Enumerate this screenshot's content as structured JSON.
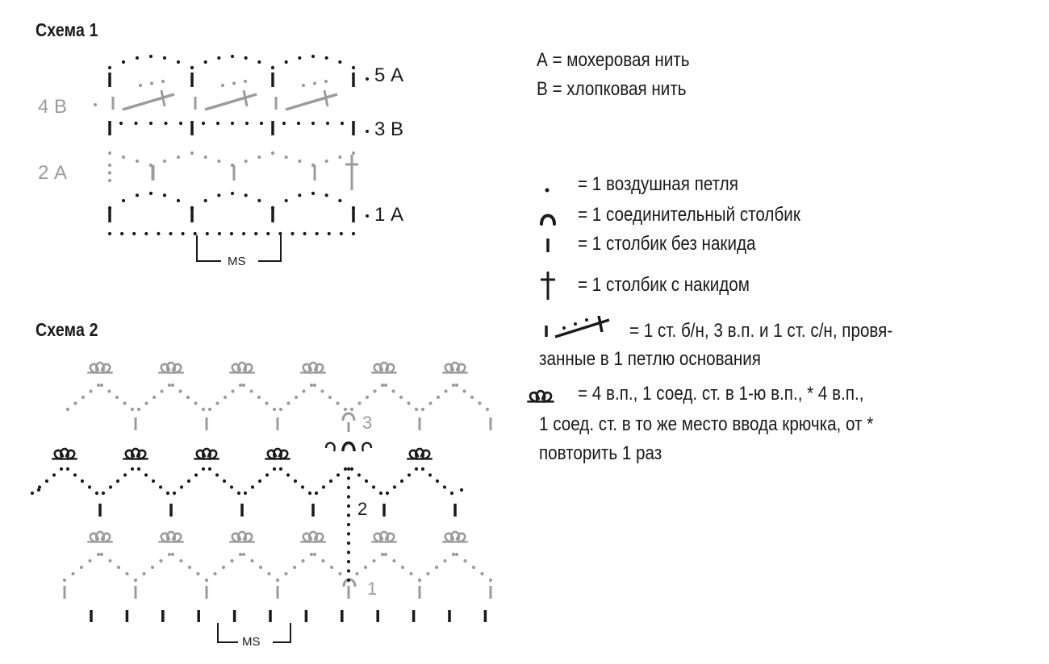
{
  "scheme1": {
    "title": "Схема 1",
    "row_labels": {
      "r5": "5 А",
      "r4": "4 В",
      "r3": "3 В",
      "r2": "2 А",
      "r1": "1 А"
    },
    "repeat_label": "MS"
  },
  "scheme2": {
    "title": "Схема 2",
    "row_labels": {
      "r3": "3",
      "r2": "2",
      "r1": "1"
    },
    "repeat_label": "MS"
  },
  "yarns": [
    {
      "text": "А = мохеровая нить"
    },
    {
      "text": "В = хлопковая нить"
    }
  ],
  "legend": {
    "chain": "= 1 воздушная петля",
    "slip": "= 1 соединительный столбик",
    "sc": "= 1 столбик без накида",
    "dc": "= 1 столбик с накидом",
    "group_l1": "= 1 ст. б/н, 3 в.п. и 1 ст. с/н, провя-",
    "group_l2": "занные в 1 петлю основания",
    "picot_l1": "= 4 в.п., 1 соед. ст. в 1-ю в.п., * 4 в.п.,",
    "picot_l2": "1 соед. ст. в то же место ввода крючка, от *",
    "picot_l3": "повторить 1 раз"
  },
  "colors": {
    "ink": "#1a1a1a",
    "gray": "#9b9b9b"
  },
  "icons": [
    "chain-dot-icon",
    "slip-stitch-icon",
    "single-crochet-icon",
    "double-crochet-icon",
    "stitch-group-icon",
    "picot-icon"
  ]
}
